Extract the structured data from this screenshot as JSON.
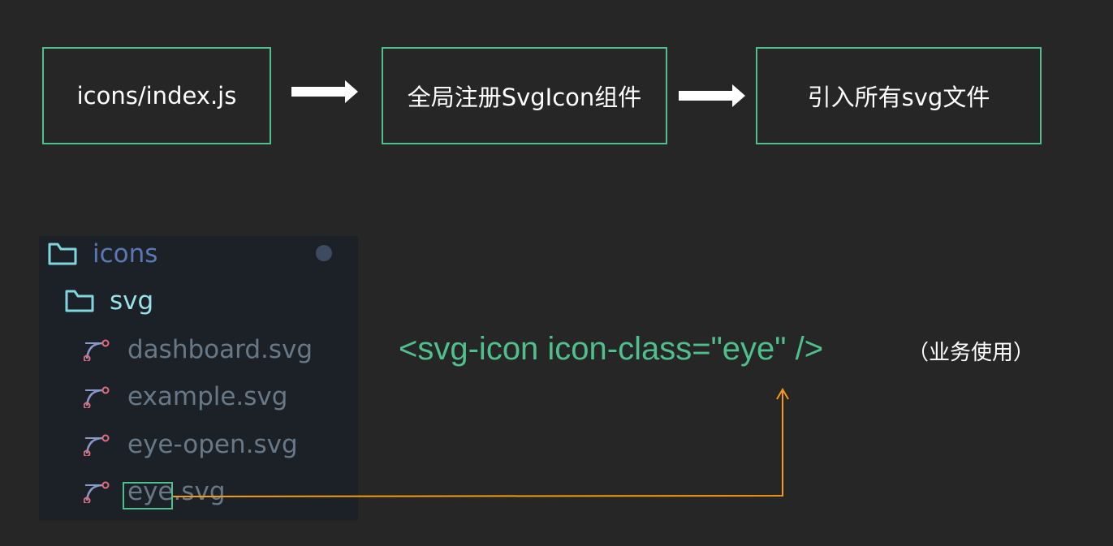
{
  "flow": {
    "step1": "icons/index.js",
    "step2": "全局注册SvgIcon组件",
    "step3": "引入所有svg文件"
  },
  "file_tree": {
    "root_folder": "icons",
    "sub_folder": "svg",
    "files": [
      "dashboard.svg",
      "example.svg",
      "eye-open.svg",
      "eye.svg"
    ]
  },
  "usage": {
    "code": "<svg-icon icon-class=\"eye\" />",
    "note": "（业务使用）"
  },
  "colors": {
    "background": "#262626",
    "accent_green": "#4fc08d",
    "connector_orange": "#f39c12",
    "tree_background": "#1c2127"
  }
}
